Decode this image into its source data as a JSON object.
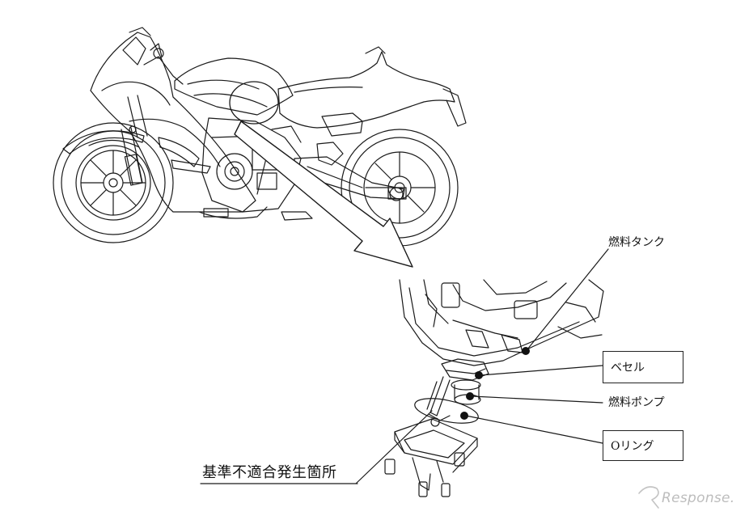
{
  "labels": {
    "fuel_tank": "燃料タンク",
    "bezel": "ベセル",
    "fuel_pump": "燃料ポンプ",
    "o_ring": "Oリング",
    "defect_location": "基準不適合発生箇所"
  },
  "watermark": "Response."
}
